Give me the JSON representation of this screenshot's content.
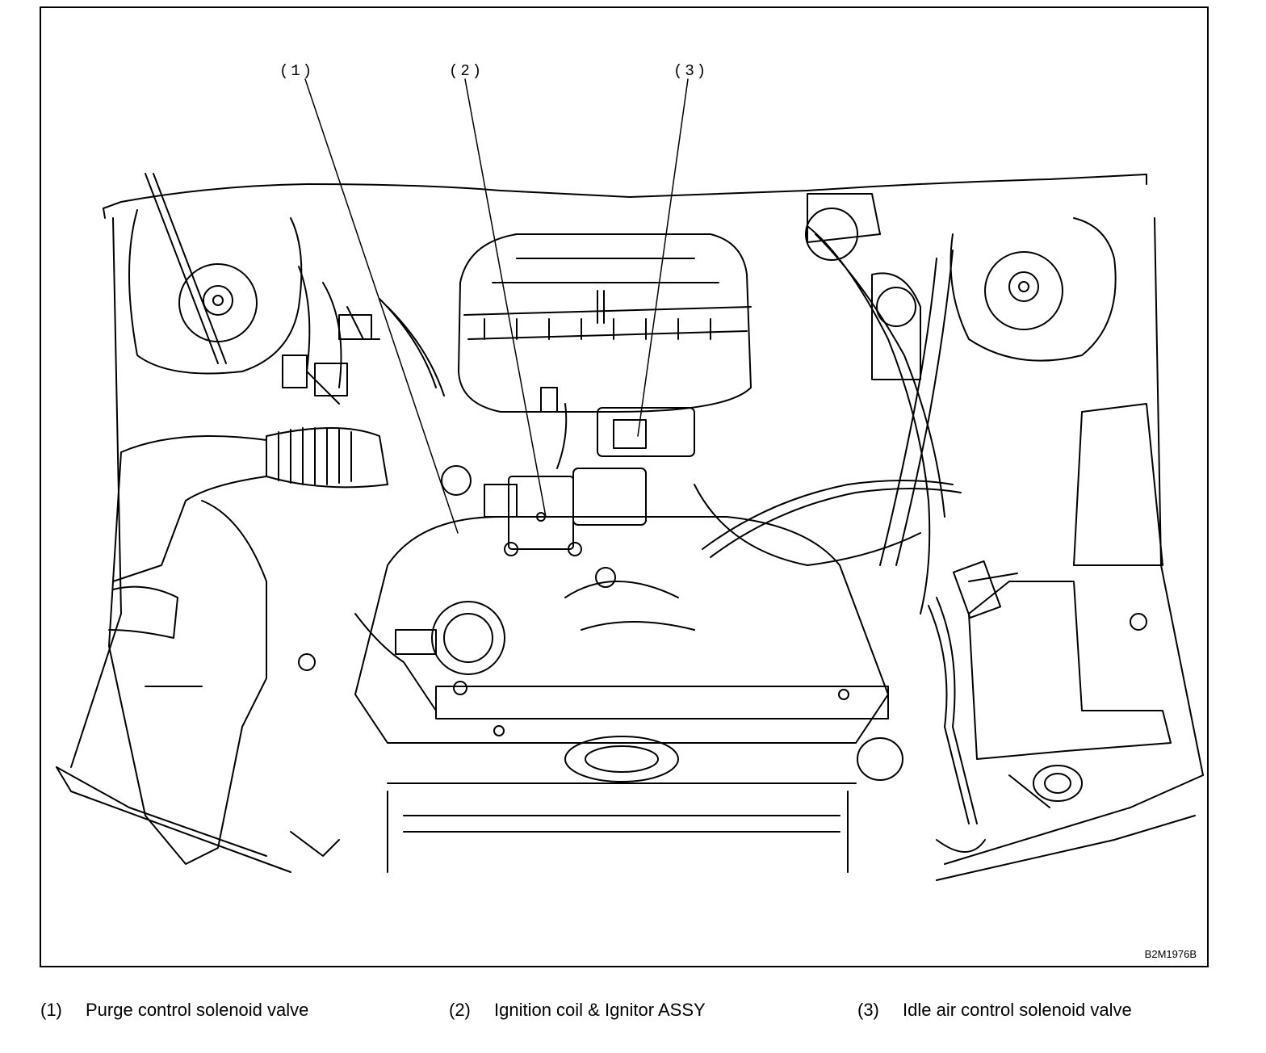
{
  "callouts": [
    {
      "label": "(1)"
    },
    {
      "label": "(2)"
    },
    {
      "label": "(3)"
    }
  ],
  "figure_code": "B2M1976B",
  "legend": [
    {
      "num": "(1)",
      "text": "Purge control solenoid valve"
    },
    {
      "num": "(2)",
      "text": "Ignition coil & Ignitor ASSY"
    },
    {
      "num": "(3)",
      "text": "Idle air control solenoid valve"
    }
  ]
}
